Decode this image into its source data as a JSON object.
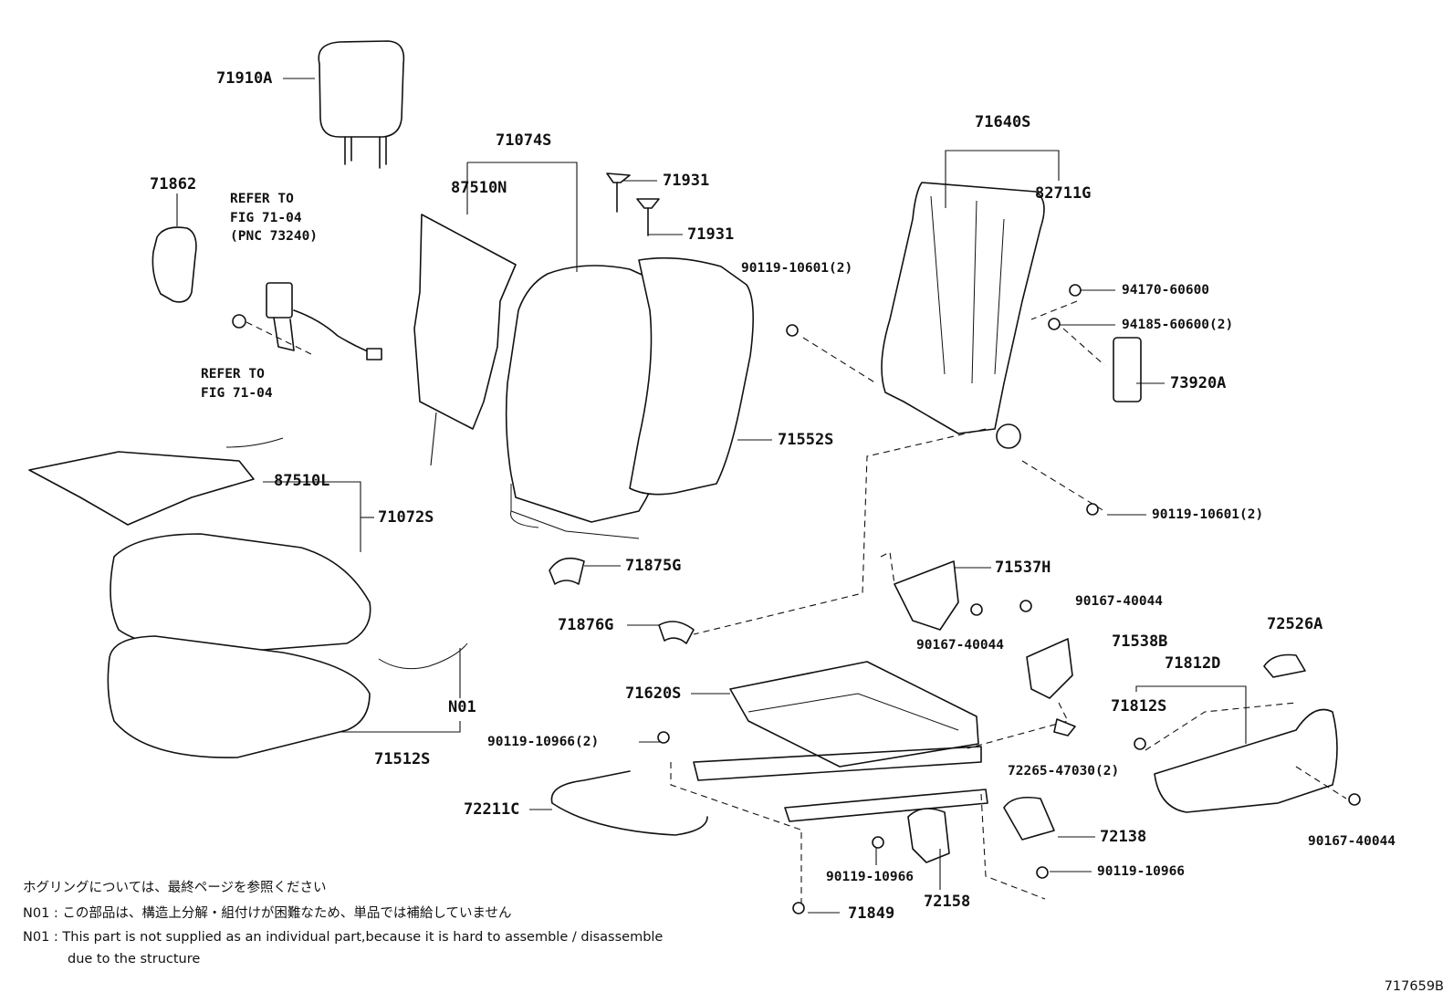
{
  "labels": {
    "p71910A": "71910A",
    "p71862": "71862",
    "p71074S": "71074S",
    "p87510N": "87510N",
    "p71931a": "71931",
    "p71931b": "71931",
    "p71640S": "71640S",
    "p82711G": "82711G",
    "p90119_10601_top": "90119-10601(2)",
    "p94170": "94170-60600",
    "p94185": "94185-60600(2)",
    "p73920A": "73920A",
    "p71552S": "71552S",
    "p90119_10601_mid": "90119-10601(2)",
    "p87510L": "87510L",
    "p71072S": "71072S",
    "p71875G": "71875G",
    "p71537H": "71537H",
    "p90167_a": "90167-40044",
    "p71876G": "71876G",
    "p90167_b": "90167-40044",
    "p71538B": "71538B",
    "p72526A": "72526A",
    "p71812D": "71812D",
    "p71620S": "71620S",
    "p71812S": "71812S",
    "pN01": "N01",
    "p90119_10966_2": "90119-10966(2)",
    "p71512S": "71512S",
    "p72265": "72265-47030(2)",
    "p72211C": "72211C",
    "p72138": "72138",
    "p90167_c": "90167-40044",
    "p90119_10966_a": "90119-10966",
    "p90119_10966_b": "90119-10966",
    "p72158": "72158",
    "p71849": "71849"
  },
  "refs": {
    "ref1_line1": "REFER TO",
    "ref1_line2": "FIG 71-04",
    "ref1_line3": "(PNC 73240)",
    "ref2_line1": "REFER TO",
    "ref2_line2": "FIG 71-04"
  },
  "notes": {
    "jp1": "ホグリングについては、最終ページを参照ください",
    "jp2": "N01 : この部品は、構造上分解・組付けが困難なため、単品では補給していません",
    "en1": "N01 : This part is not supplied as an individual part,because it is hard to assemble / disassemble",
    "en2": "due to the structure"
  },
  "figure_number": "717659B"
}
